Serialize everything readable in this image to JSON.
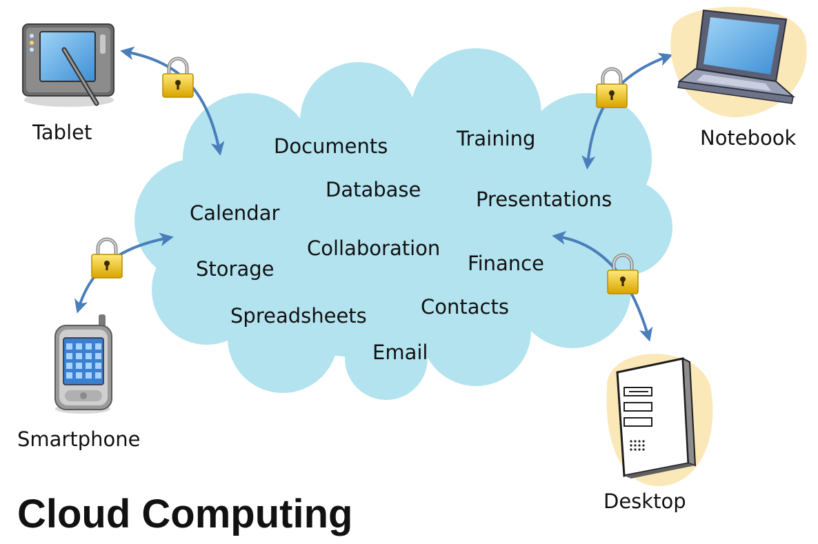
{
  "title": "Cloud Computing",
  "devices": {
    "tablet": "Tablet",
    "notebook": "Notebook",
    "smartphone": "Smartphone",
    "desktop": "Desktop"
  },
  "services": {
    "documents": "Documents",
    "training": "Training",
    "database": "Database",
    "presentations": "Presentations",
    "calendar": "Calendar",
    "collaboration": "Collaboration",
    "finance": "Finance",
    "storage": "Storage",
    "contacts": "Contacts",
    "spreadsheets": "Spreadsheets",
    "email": "Email"
  },
  "colors": {
    "cloud": "#b3e3ef",
    "arrow": "#4a7ebb",
    "lock": "#f0c419",
    "blob": "#fbe8b8"
  }
}
